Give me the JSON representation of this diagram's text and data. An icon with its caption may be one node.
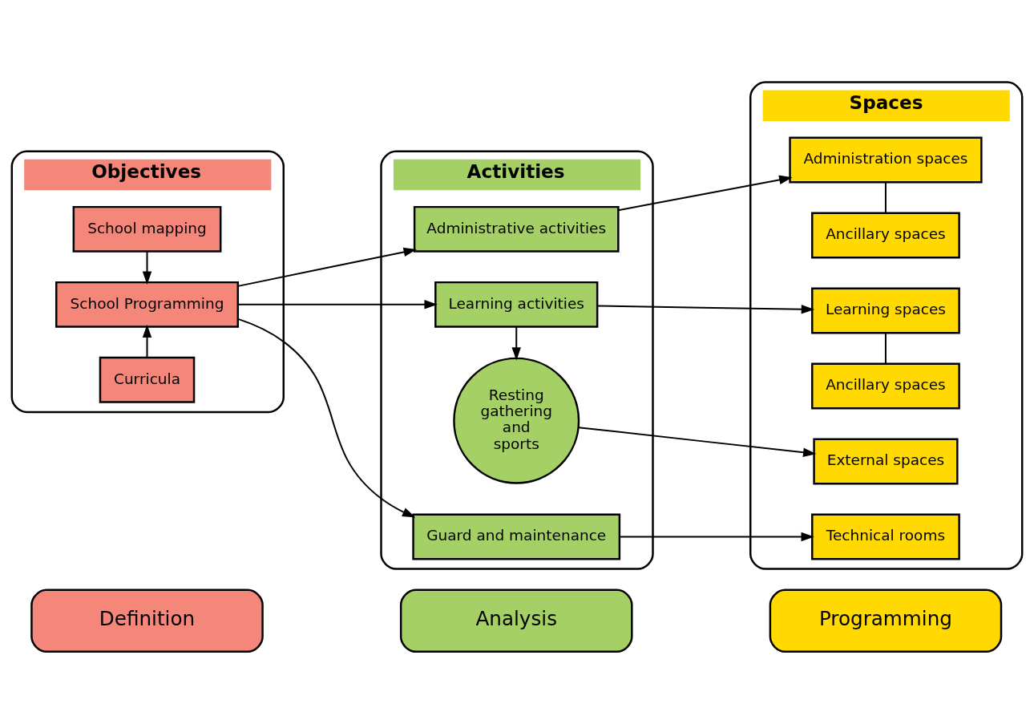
{
  "diagram": {
    "nodes": [
      {
        "text": [
          "Definition"
        ]
      },
      {
        "text": [
          "Analysis"
        ]
      },
      {
        "text": [
          "Programming"
        ]
      },
      {
        "text": [
          "Objectives"
        ]
      },
      {
        "text": [
          "School mapping"
        ],
        "in": 3
      },
      {
        "text": [
          "School Programming"
        ],
        "in": 3
      },
      {
        "text": [
          "Curricula"
        ],
        "in": 3
      },
      {
        "text": [
          "Activities"
        ]
      },
      {
        "text": [
          "Administrative activities"
        ],
        "in": 7
      },
      {
        "text": [
          "Learning activities"
        ],
        "in": 7
      },
      {
        "text": [
          "Resting gathering and sports"
        ],
        "in": 7
      },
      {
        "text": [
          "Guard and maintenance"
        ],
        "in": 7
      },
      {
        "text": [
          "Spaces"
        ]
      },
      {
        "text": [
          "Administration spaces"
        ],
        "in": 12
      },
      {
        "text": [
          "Ancillary spaces"
        ],
        "in": 12
      },
      {
        "text": [
          "Learning spaces"
        ],
        "in": 12
      },
      {
        "text": [
          "Ancillary spaces"
        ],
        "in": 12
      },
      {
        "text": [
          "External spaces"
        ],
        "in": 12
      },
      {
        "text": [
          "Technical rooms"
        ],
        "in": 12
      }
    ],
    "edges": [
      {
        "from": 4,
        "to": 5,
        "arrow": "to"
      },
      {
        "from": 6,
        "to": 5,
        "arrow": "to"
      },
      {
        "from": 5,
        "to": 8,
        "arrow": "to"
      },
      {
        "from": 5,
        "to": 9,
        "arrow": "to"
      },
      {
        "from": 5,
        "to": 11,
        "arrow": "to"
      },
      {
        "from": 8,
        "to": 13,
        "arrow": "to"
      },
      {
        "from": 13,
        "to": 14,
        "arrow": "none"
      },
      {
        "from": 9,
        "to": 15,
        "arrow": "to"
      },
      {
        "from": 15,
        "to": 16,
        "arrow": "none"
      },
      {
        "from": 9,
        "to": 10,
        "arrow": "to"
      },
      {
        "from": 10,
        "to": 17,
        "arrow": "to"
      },
      {
        "from": 11,
        "to": 18,
        "arrow": "to"
      }
    ]
  }
}
